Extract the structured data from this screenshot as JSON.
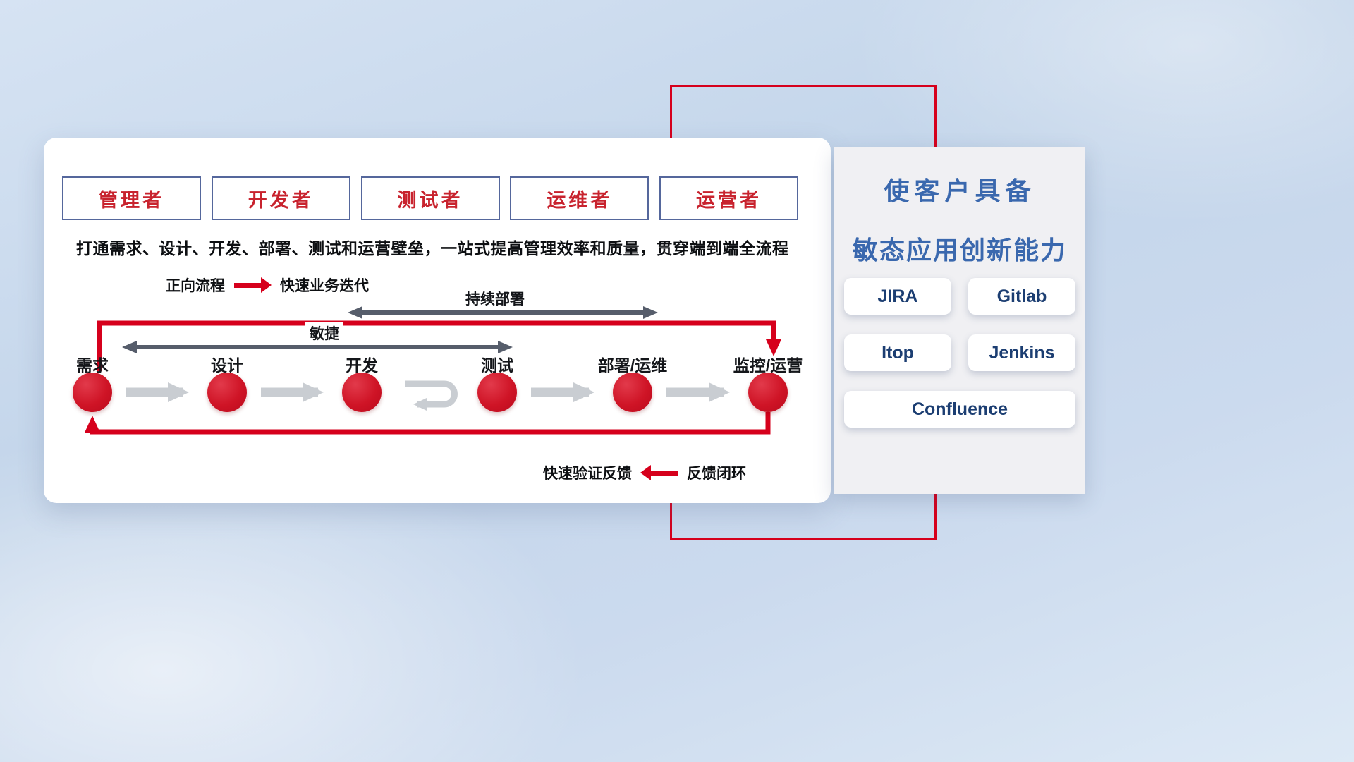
{
  "roles": [
    {
      "label": "管理者"
    },
    {
      "label": "开发者"
    },
    {
      "label": "测试者"
    },
    {
      "label": "运维者"
    },
    {
      "label": "运营者"
    }
  ],
  "description": "打通需求、设计、开发、部署、测试和运营壁垒，一站式提高管理效率和质量，贯穿端到端全流程",
  "legends": {
    "forward_label": "正向流程",
    "forward_value": "快速业务迭代",
    "feedback_value": "快速验证反馈",
    "feedback_label": "反馈闭环"
  },
  "flow": {
    "stages": [
      {
        "label": "需求"
      },
      {
        "label": "设计"
      },
      {
        "label": "开发"
      },
      {
        "label": "测试"
      },
      {
        "label": "部署/运维"
      },
      {
        "label": "监控/运营"
      }
    ],
    "span_deploy": "持续部署",
    "span_agile": "敏捷"
  },
  "panel": {
    "title_line1": "使客户具备",
    "title_line2": "敏态应用创新能力",
    "tools": [
      {
        "label": "JIRA"
      },
      {
        "label": "Gitlab"
      },
      {
        "label": "Itop"
      },
      {
        "label": "Jenkins"
      },
      {
        "label": "Confluence"
      }
    ]
  },
  "colors": {
    "accent_red": "#d6001c",
    "role_text_red": "#c8232e",
    "role_border_blue": "#55679c",
    "panel_title_blue": "#3a68ae",
    "tool_text_navy": "#1c3e72",
    "dark_arrow": "#565d6b",
    "gray_arrow": "#c9cdd2"
  }
}
